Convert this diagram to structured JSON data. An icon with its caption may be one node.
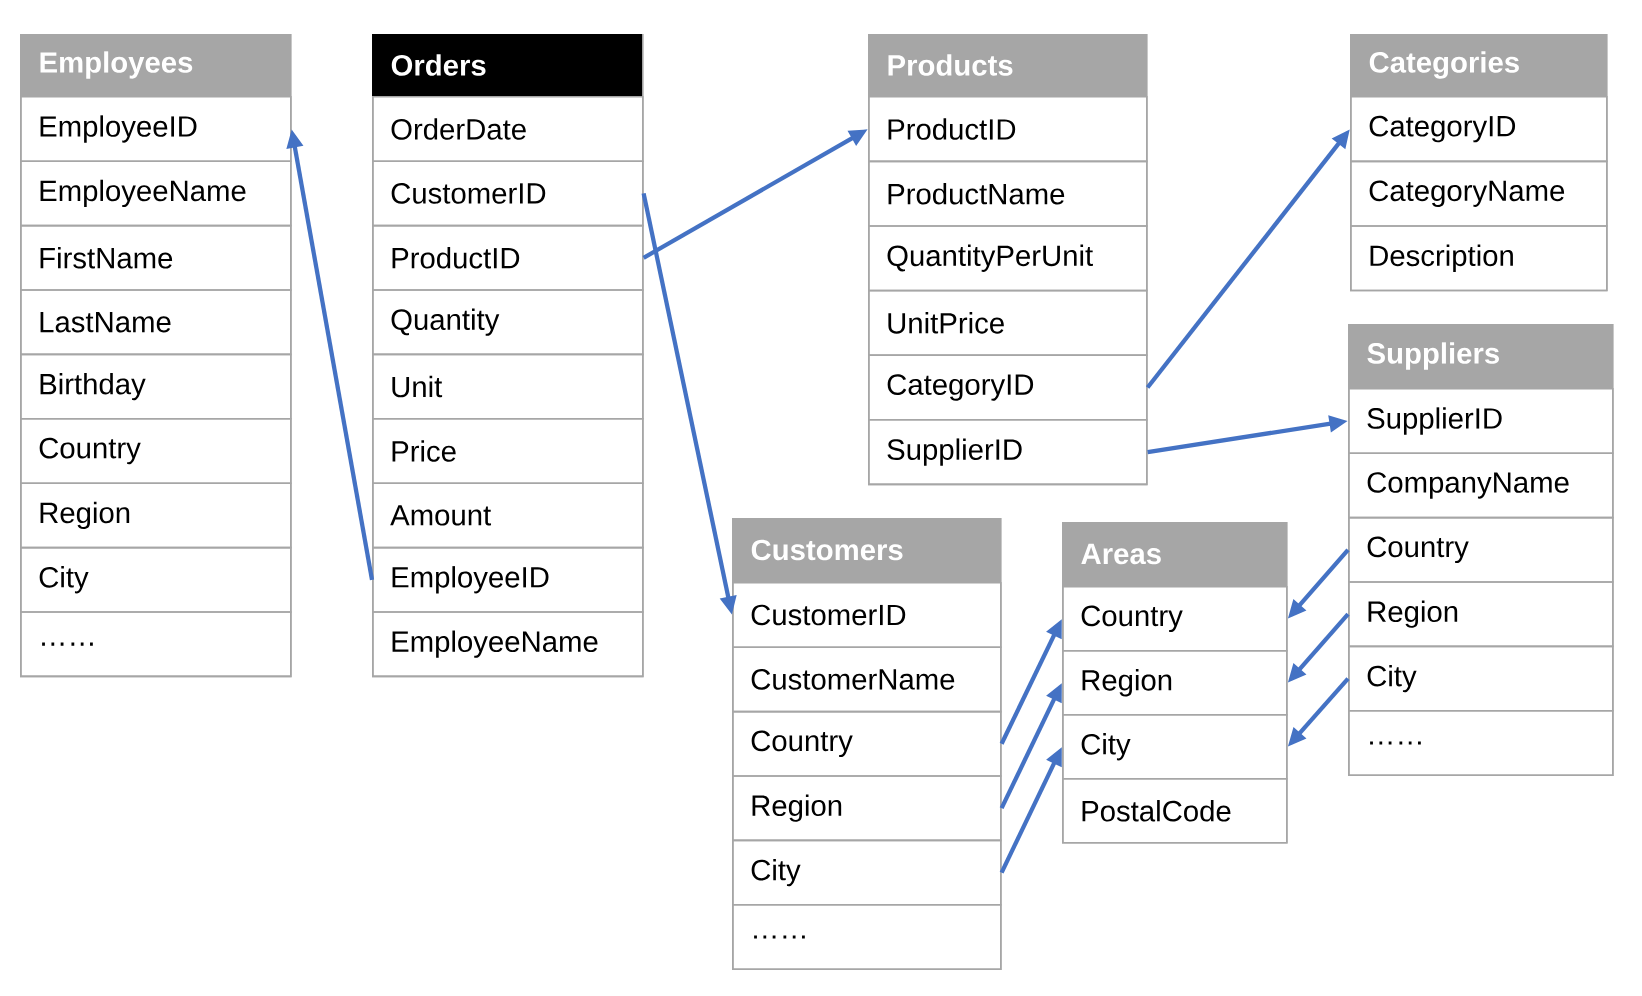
{
  "diagram": {
    "nodes": [
      {
        "text": [
          "Employees"
        ]
      },
      {
        "text": [
          "EmployeeID"
        ],
        "in": 0
      },
      {
        "text": [
          "EmployeeName"
        ],
        "in": 0
      },
      {
        "text": [
          "FirstName"
        ],
        "in": 0
      },
      {
        "text": [
          "LastName"
        ],
        "in": 0
      },
      {
        "text": [
          "Birthday"
        ],
        "in": 0
      },
      {
        "text": [
          "Country"
        ],
        "in": 0
      },
      {
        "text": [
          "Region"
        ],
        "in": 0
      },
      {
        "text": [
          "City"
        ],
        "in": 0
      },
      {
        "text": [
          "……"
        ],
        "in": 0
      },
      {
        "text": [
          "Orders"
        ]
      },
      {
        "text": [
          "OrderDate"
        ],
        "in": 10
      },
      {
        "text": [
          "CustomerID"
        ],
        "in": 10
      },
      {
        "text": [
          "ProductID"
        ],
        "in": 10
      },
      {
        "text": [
          "Quantity"
        ],
        "in": 10
      },
      {
        "text": [
          "Unit"
        ],
        "in": 10
      },
      {
        "text": [
          "Price"
        ],
        "in": 10
      },
      {
        "text": [
          "Amount"
        ],
        "in": 10
      },
      {
        "text": [
          "EmployeeID"
        ],
        "in": 10
      },
      {
        "text": [
          "EmployeeName"
        ],
        "in": 10
      },
      {
        "text": [
          "Products"
        ]
      },
      {
        "text": [
          "ProductID"
        ],
        "in": 20
      },
      {
        "text": [
          "ProductName"
        ],
        "in": 20
      },
      {
        "text": [
          "QuantityPerUnit"
        ],
        "in": 20
      },
      {
        "text": [
          "UnitPrice"
        ],
        "in": 20
      },
      {
        "text": [
          "CategoryID"
        ],
        "in": 20
      },
      {
        "text": [
          "SupplierID"
        ],
        "in": 20
      },
      {
        "text": [
          "Categories"
        ]
      },
      {
        "text": [
          "CategoryID"
        ],
        "in": 27
      },
      {
        "text": [
          "CategoryName"
        ],
        "in": 27
      },
      {
        "text": [
          "Description"
        ],
        "in": 27
      },
      {
        "text": [
          "Suppliers"
        ]
      },
      {
        "text": [
          "SupplierID"
        ],
        "in": 31
      },
      {
        "text": [
          "CompanyName"
        ],
        "in": 31
      },
      {
        "text": [
          "Country"
        ],
        "in": 31
      },
      {
        "text": [
          "Region"
        ],
        "in": 31
      },
      {
        "text": [
          "City"
        ],
        "in": 31
      },
      {
        "text": [
          "……"
        ],
        "in": 31
      },
      {
        "text": [
          "Customers"
        ]
      },
      {
        "text": [
          "CustomerID"
        ],
        "in": 38
      },
      {
        "text": [
          "CustomerName"
        ],
        "in": 38
      },
      {
        "text": [
          "Country"
        ],
        "in": 38
      },
      {
        "text": [
          "Region"
        ],
        "in": 38
      },
      {
        "text": [
          "City"
        ],
        "in": 38
      },
      {
        "text": [
          "……"
        ],
        "in": 38
      },
      {
        "text": [
          "Areas"
        ]
      },
      {
        "text": [
          "Country"
        ],
        "in": 45
      },
      {
        "text": [
          "Region"
        ],
        "in": 45
      },
      {
        "text": [
          "City"
        ],
        "in": 45
      },
      {
        "text": [
          "PostalCode"
        ],
        "in": 45
      }
    ],
    "edges": [
      {
        "from": 18,
        "to": 1,
        "arrow": "to"
      },
      {
        "from": 12,
        "to": 39,
        "arrow": "to"
      },
      {
        "from": 13,
        "to": 21,
        "arrow": "to"
      },
      {
        "from": 25,
        "to": 28,
        "arrow": "to"
      },
      {
        "from": 26,
        "to": 32,
        "arrow": "to"
      },
      {
        "from": 41,
        "to": 46,
        "arrow": "to"
      },
      {
        "from": 42,
        "to": 47,
        "arrow": "to"
      },
      {
        "from": 43,
        "to": 48,
        "arrow": "to"
      },
      {
        "from": 34,
        "to": 46,
        "arrow": "to"
      },
      {
        "from": 35,
        "to": 47,
        "arrow": "to"
      },
      {
        "from": 36,
        "to": 48,
        "arrow": "to"
      }
    ]
  }
}
